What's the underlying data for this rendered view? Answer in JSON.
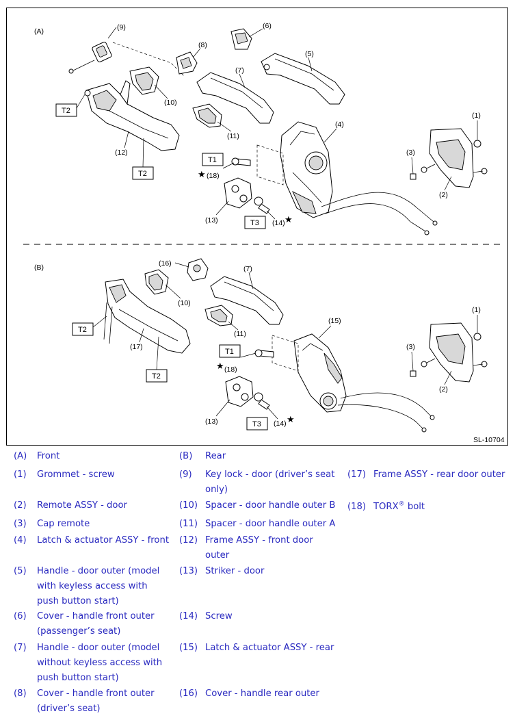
{
  "figure": {
    "panel_a": "(A)",
    "panel_b": "(B)",
    "figure_id": "SL-10704",
    "star_symbol": "★",
    "torque": {
      "t1": "T1",
      "t2": "T2",
      "t3": "T3"
    },
    "callouts": {
      "c1": "(1)",
      "c2": "(2)",
      "c3": "(3)",
      "c4": "(4)",
      "c5": "(5)",
      "c6": "(6)",
      "c7": "(7)",
      "c8": "(8)",
      "c9": "(9)",
      "c10": "(10)",
      "c11": "(11)",
      "c12": "(12)",
      "c13": "(13)",
      "c14": "(14)",
      "c15": "(15)",
      "c16": "(16)",
      "c17": "(17)",
      "c18": "(18)"
    }
  },
  "legend": [
    {
      "code": "(A)",
      "text": "Front"
    },
    {
      "code": "(B)",
      "text": "Rear"
    },
    {
      "code": "(1)",
      "text": "Grommet - screw"
    },
    {
      "code": "(2)",
      "text": "Remote ASSY - door"
    },
    {
      "code": "(3)",
      "text": "Cap remote"
    },
    {
      "code": "(4)",
      "text": "Latch & actuator ASSY - front"
    },
    {
      "code": "(5)",
      "text_lines": [
        "Handle - door outer (model",
        "with keyless access with",
        "push button start)"
      ]
    },
    {
      "code": "(6)",
      "text_lines": [
        "Cover - handle front outer",
        "(passenger’s seat)"
      ]
    },
    {
      "code": "(7)",
      "text_lines": [
        "Handle - door outer (model",
        "without keyless access with",
        "push button start)"
      ]
    },
    {
      "code": "(8)",
      "text_lines": [
        "Cover - handle front outer",
        "(driver’s seat)"
      ]
    },
    {
      "code": "(9)",
      "text_lines": [
        "Key lock - door (driver’s seat",
        "only)"
      ]
    },
    {
      "code": "(10)",
      "text": "Spacer - door handle outer B"
    },
    {
      "code": "(11)",
      "text": "Spacer - door handle outer A"
    },
    {
      "code": "(12)",
      "text_lines": [
        "Frame ASSY - front door",
        "outer"
      ]
    },
    {
      "code": "(13)",
      "text": "Striker - door"
    },
    {
      "code": "(14)",
      "text": "Screw"
    },
    {
      "code": "(15)",
      "text": "Latch & actuator ASSY - rear"
    },
    {
      "code": "(16)",
      "text": "Cover - handle rear outer"
    },
    {
      "code": "(17)",
      "text": "Frame ASSY - rear door outer"
    },
    {
      "code": "(18)",
      "text_main": "TORX",
      "text_sup": "®",
      "text_tail": " bolt"
    }
  ]
}
